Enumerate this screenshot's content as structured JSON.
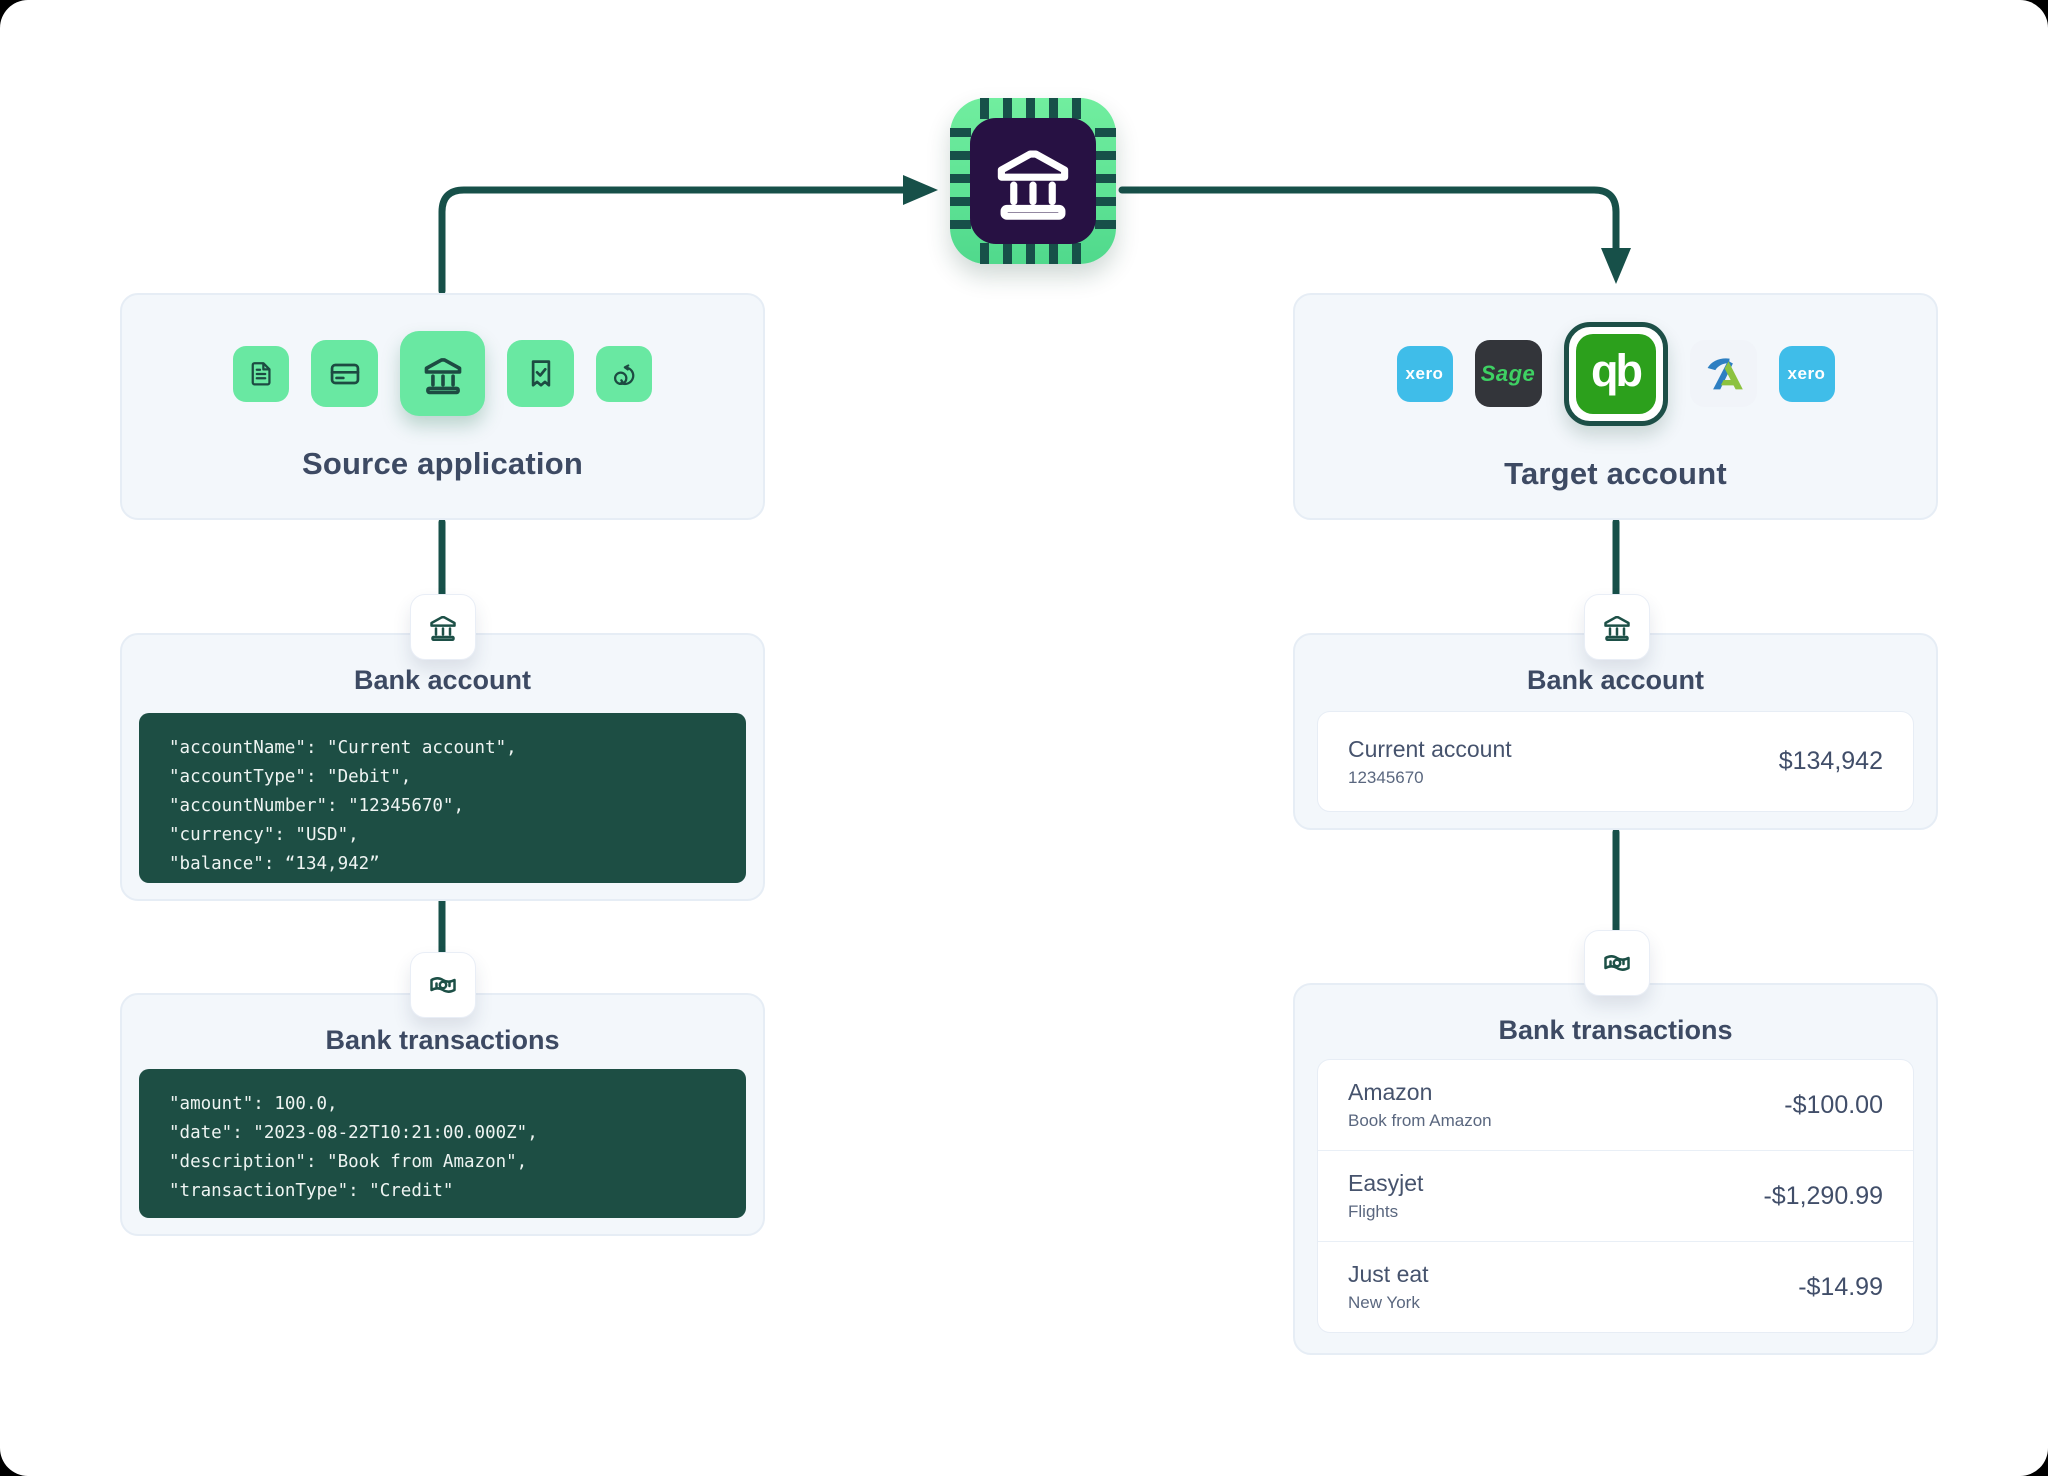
{
  "chip": {
    "icon": "bank-chip-icon"
  },
  "source_box": {
    "title": "Source application",
    "icons": [
      "invoice-document-icon",
      "bank-card-icon",
      "bank-icon",
      "receipt-check-icon",
      "sync-icon"
    ]
  },
  "target_box": {
    "title": "Target account",
    "logos": [
      {
        "name": "xero",
        "label": "xero"
      },
      {
        "name": "sage",
        "label": "Sage"
      },
      {
        "name": "quickbooks",
        "label": "qb",
        "selected": true
      },
      {
        "name": "freeagent",
        "label": "FreeAgent"
      },
      {
        "name": "xero",
        "label": "xero"
      }
    ]
  },
  "left_account_card": {
    "title": "Bank account",
    "badge_icon": "bank-icon",
    "code_lines": [
      "\"accountName\": \"Current account\",",
      "\"accountType\": \"Debit\",",
      "\"accountNumber\": \"12345670\",",
      "\"currency\": \"USD\",",
      "\"balance\": “134,942”"
    ]
  },
  "left_transactions_card": {
    "title": "Bank transactions",
    "badge_icon": "banknote-icon",
    "code_lines": [
      "\"amount\": 100.0,",
      "\"date\": \"2023-08-22T10:21:00.000Z\",",
      "\"description\": \"Book from Amazon\",",
      "\"transactionType\": \"Credit\""
    ]
  },
  "right_account_card": {
    "title": "Bank account",
    "badge_icon": "bank-icon",
    "account": {
      "name": "Current account",
      "number": "12345670",
      "balance": "$134,942"
    }
  },
  "right_transactions_card": {
    "title": "Bank transactions",
    "badge_icon": "banknote-icon",
    "transactions": [
      {
        "name": "Amazon",
        "description": "Book from Amazon",
        "amount": "-$100.00"
      },
      {
        "name": "Easyjet",
        "description": "Flights",
        "amount": "-$1,290.99"
      },
      {
        "name": "Just eat",
        "description": "New York",
        "amount": "-$14.99"
      }
    ]
  },
  "colors": {
    "flow_teal": "#175049",
    "code_bg": "#1d4e44",
    "tile_green": "#69e8a2",
    "chip_purple": "#271143",
    "heading": "#3d4a63",
    "panel_bg": "#f3f7fb",
    "xero_blue": "#3fbde9",
    "sage_bg": "#33353a",
    "sage_green": "#3ed163",
    "quickbooks_green": "#2ca01c"
  }
}
